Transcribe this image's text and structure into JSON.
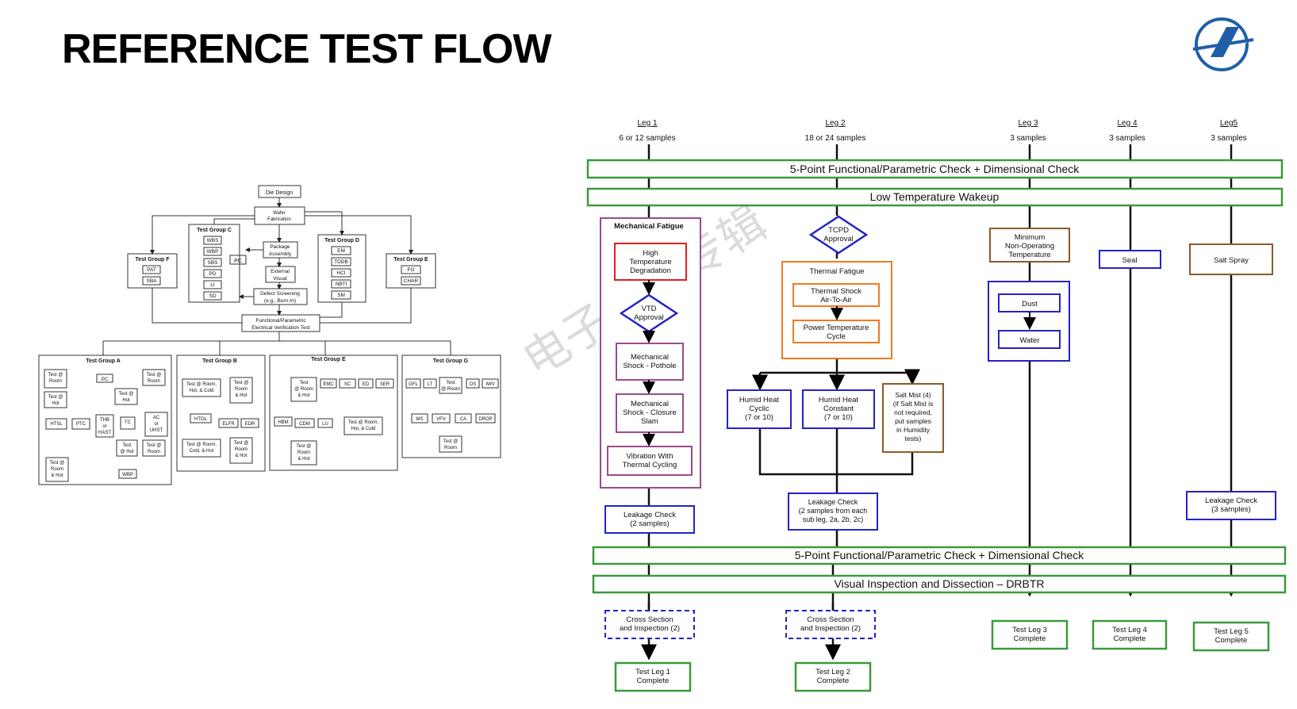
{
  "title": "REFERENCE TEST FLOW",
  "watermark": "电子工程专辑",
  "left_diagram": {
    "top_nodes": {
      "die_design": "Die Design",
      "wafer_fab_1": "Wafer",
      "wafer_fab_2": "Fabrication",
      "package_1": "Package",
      "package_2": "Assembly",
      "external_1": "External",
      "external_2": "Visual",
      "defect_1": "Defect Screening",
      "defect_2": "(e.g., Burn-In)",
      "pc": "PC",
      "functional_1": "Functional/Parametric",
      "functional_2": "Electrical Verification Test"
    },
    "group_c": {
      "title": "Test Group C",
      "items": [
        "WBS",
        "WBP",
        "SBS",
        "PD",
        "LI",
        "SD"
      ]
    },
    "group_d": {
      "title": "Test Group D",
      "items": [
        "EM",
        "TDDB",
        "HCI",
        "NBTI",
        "SM"
      ]
    },
    "group_f": {
      "title": "Test Group F",
      "items": [
        "PAT",
        "SBA"
      ]
    },
    "group_e_top": {
      "title": "Test Group E",
      "items": [
        "FG",
        "CHAR"
      ]
    },
    "group_a": {
      "title": "Test Group A",
      "labels": {
        "t_room_1": "Test @",
        "t_room_2": "Room",
        "pc": "PC",
        "t_room2_1": "Test @",
        "t_room2_2": "Room",
        "t_hot_1": "Test @",
        "t_hot_2": "Hot",
        "t_hot2_1": "Test @",
        "t_hot2_2": "Hot",
        "htsl": "HTSL",
        "ptc": "PTC",
        "thb_1": "THB",
        "thb_2": "or",
        "thb_3": "HAST",
        "tc": "TC",
        "ac_1": "AC",
        "ac_2": "or",
        "ac_3": "UHST",
        "t_hot3_1": "Test",
        "t_hot3_2": "@ Hot",
        "t_room3_1": "Test @",
        "t_room3_2": "Room",
        "t_rh_1": "Test @",
        "t_rh_2": "Room",
        "t_rh_3": "& Hot",
        "wbp": "WBP"
      }
    },
    "group_b": {
      "title": "Test Group B",
      "labels": {
        "a_1": "Test @ Room,",
        "a_2": "Hot, & Cold",
        "b_1": "Test @",
        "b_2": "Room",
        "b_3": "& Hot",
        "htol": "HTOL",
        "elfr": "ELFR",
        "edr": "EDR",
        "c_1": "Test @ Room,",
        "c_2": "Cold, & Hot",
        "d_1": "Test @",
        "d_2": "Room",
        "d_3": "& Hot"
      }
    },
    "group_e": {
      "title": "Test Group E",
      "labels": {
        "a_1": "Test",
        "a_2": "@ Room",
        "a_3": "& Hot",
        "emc": "EMC",
        "sc": "SC",
        "ed": "ED",
        "ser": "SER",
        "hbm": "HBM",
        "cdm": "CDM",
        "lu": "LU",
        "b_1": "Test @ Room,",
        "b_2": "Hot, & Cold",
        "c_1": "Test @",
        "c_2": "Room",
        "c_3": "& Hot"
      }
    },
    "group_g": {
      "title": "Test Group G",
      "labels": {
        "gfl": "GFL",
        "lt": "LT",
        "a_1": "Test",
        "a_2": "@ Room",
        "ds": "DS",
        "iwv": "IWV",
        "ms": "MS",
        "vfv": "VFV",
        "ca": "CA",
        "drop": "DROP",
        "b_1": "Test @",
        "b_2": "Room"
      }
    }
  },
  "right_diagram": {
    "legs": [
      {
        "name": "Leg 1",
        "samples": "6 or 12 samples"
      },
      {
        "name": "Leg 2",
        "samples": "18 or 24 samples"
      },
      {
        "name": "Leg 3",
        "samples": "3 samples"
      },
      {
        "name": "Leg 4",
        "samples": "3 samples"
      },
      {
        "name": "Leg5",
        "samples": "3 samples"
      }
    ],
    "bar_check_top": "5-Point Functional/Parametric Check + Dimensional Check",
    "bar_low_temp": "Low Temperature Wakeup",
    "bar_check_bottom": "5-Point Functional/Parametric Check + Dimensional Check",
    "bar_visual": "Visual Inspection and Dissection – DRBTR",
    "mech_fatigue": "Mechanical Fatigue",
    "htd": [
      "High",
      "Temperature",
      "Degradation"
    ],
    "vtd": [
      "VTD",
      "Approval"
    ],
    "shock_pothole": [
      "Mechanical",
      "Shock - Pothole"
    ],
    "shock_closure": [
      "Mechanical",
      "Shock - Closure",
      "Slam"
    ],
    "vibration": [
      "Vibration With",
      "Thermal Cycling"
    ],
    "leak_1": [
      "Leakage Check",
      "(2 samples)"
    ],
    "tcpd": [
      "TCPD",
      "Approval"
    ],
    "thermal_fatigue": "Thermal Fatigue",
    "thermal_shock": [
      "Thermal Shock",
      "Air-To-Air"
    ],
    "power_cycle": [
      "Power Temperature",
      "Cycle"
    ],
    "humid_cyclic": [
      "Humid Heat",
      "Cyclic",
      "(7 or 10)"
    ],
    "humid_constant": [
      "Humid Heat",
      "Constant",
      "(7 or 10)"
    ],
    "salt_mist": [
      "Salt Mist (4)",
      "(if Salt Mist is",
      "not required,",
      "put samples",
      "in Humidity",
      "tests)"
    ],
    "leak_2": [
      "Leakage Check",
      "(2 samples from each",
      "sub leg, 2a, 2b, 2c)"
    ],
    "min_temp": [
      "Minimum",
      "Non-Operating",
      "Temperature"
    ],
    "dust": "Dust",
    "water": "Water",
    "seal": "Seal",
    "salt_spray": "Salt Spray",
    "leak_5": [
      "Leakage Check",
      "(3 samples)"
    ],
    "cross_1": [
      "Cross Section",
      "and Inspection (2)"
    ],
    "cross_2": [
      "Cross Section",
      "and Inspection (2)"
    ],
    "complete_1": [
      "Test Leg 1",
      "Complete"
    ],
    "complete_2": [
      "Test Leg 2",
      "Complete"
    ],
    "complete_3": [
      "Test Leg 3",
      "Complete"
    ],
    "complete_4": [
      "Test Leg 4",
      "Complete"
    ],
    "complete_5": [
      "Test Leg 5",
      "Complete"
    ]
  },
  "colors": {
    "green": "#3a9a3a",
    "blue": "#2323c8",
    "red": "#e02020",
    "purple": "#9a4b8c",
    "orange": "#f07a20",
    "brown": "#8a5a2a",
    "magenta": "#d020a0",
    "logo_blue": "#1f5fa8"
  },
  "logo_icon": "company-logo-icon"
}
